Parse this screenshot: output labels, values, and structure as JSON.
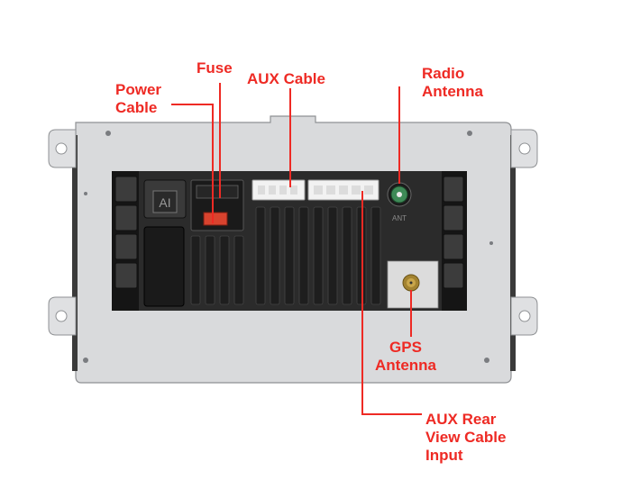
{
  "labels": {
    "power_cable": [
      "Power",
      "Cable"
    ],
    "fuse": "Fuse",
    "aux_cable": "AUX Cable",
    "radio_antenna": [
      "Radio",
      "Antenna"
    ],
    "gps_antenna": [
      "GPS",
      "Antenna"
    ],
    "aux_rear_view": [
      "AUX Rear",
      "View Cable",
      "Input"
    ]
  },
  "unit_markings": {
    "logo": "AI",
    "port_ant": "ANT"
  },
  "colors": {
    "callout": "#ee2a24",
    "plate": "#d9dadc",
    "body": "#2b2b2b",
    "fins": "#1e1e1e",
    "connector_white": "#f2f2f2",
    "fuse_red": "#d8432e",
    "antenna_green": "#3e8a57",
    "gps_gold": "#c9a64a"
  }
}
